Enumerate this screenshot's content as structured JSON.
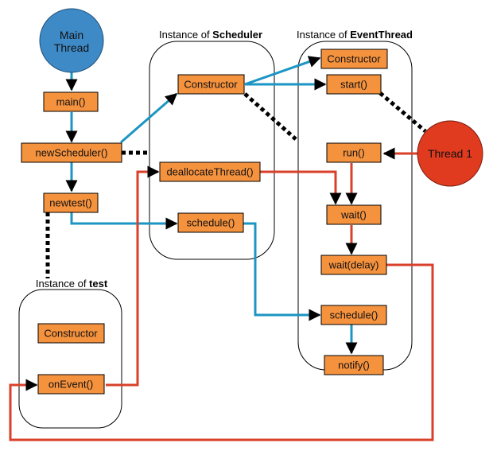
{
  "diagram": {
    "colors": {
      "main_thread": "#3e8ac7",
      "thread1": "#e03a1f",
      "method_box": "#f5923e",
      "call_flow": "#1b95c3",
      "thread_flow": "#d9402a",
      "association": "#000000"
    },
    "threads": {
      "main": {
        "line1": "Main",
        "line2": "Thread"
      },
      "thread1": {
        "label": "Thread 1"
      }
    },
    "containers": {
      "scheduler": {
        "prefix": "Instance of ",
        "name": "Scheduler"
      },
      "eventthread": {
        "prefix": "Instance of ",
        "name": "EventThread"
      },
      "test": {
        "prefix": "Instance of ",
        "name": "test"
      }
    },
    "main_methods": {
      "main": "main()",
      "new_scheduler": "newScheduler()",
      "new_test": "newtest()"
    },
    "scheduler_methods": {
      "constructor": "Constructor",
      "deallocate_thread": "deallocateThread()",
      "schedule": "schedule()"
    },
    "eventthread_methods": {
      "constructor": "Constructor",
      "start": "start()",
      "run": "run()",
      "wait": "wait()",
      "wait_delay": "wait(delay)",
      "schedule": "schedule()",
      "notify": "notify()"
    },
    "test_methods": {
      "constructor": "Constructor",
      "on_event": "onEvent()"
    }
  }
}
